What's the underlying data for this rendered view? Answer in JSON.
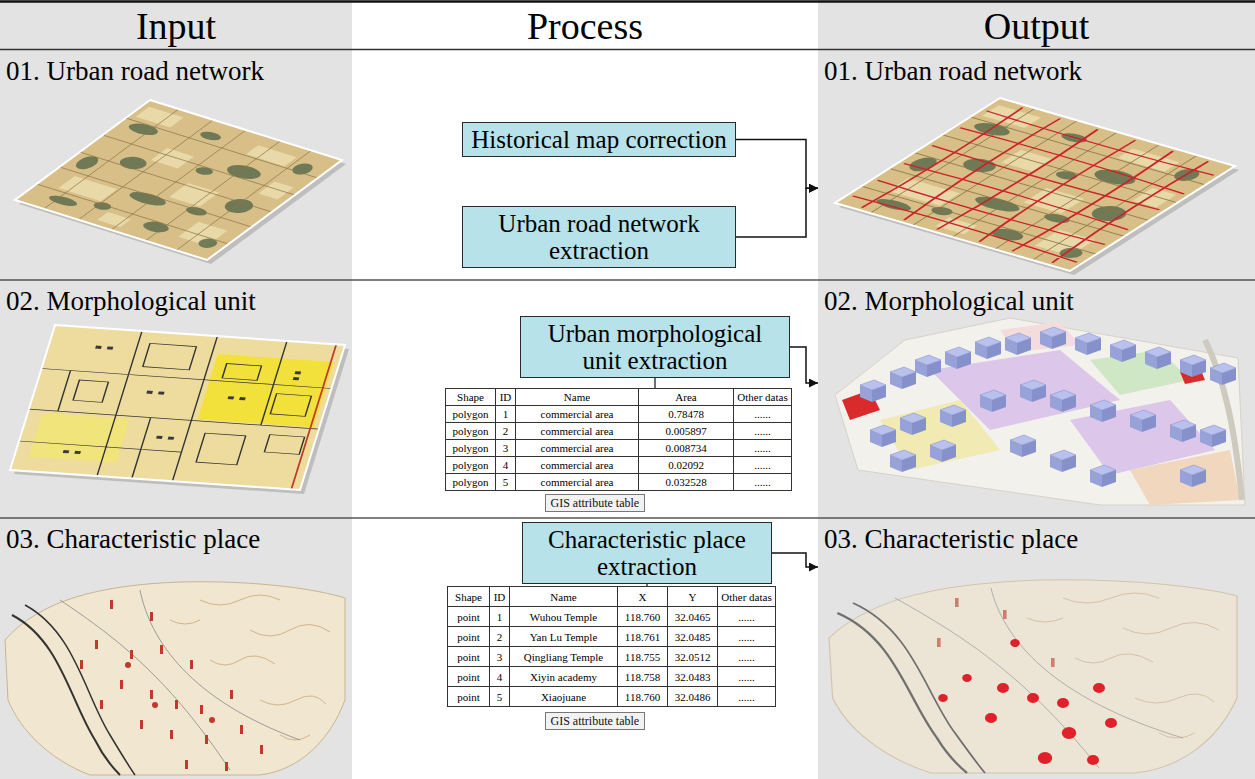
{
  "diagram": {
    "nodes": [
      {
        "text": [
          "01. Urban road network"
        ]
      },
      {
        "text": [
          "Historical map correction"
        ]
      },
      {
        "text": [
          "Urban road network extraction"
        ]
      },
      {
        "text": [
          "01. Urban road network"
        ]
      },
      {
        "text": [
          "02. Morphological unit"
        ]
      },
      {
        "text": [
          "Urban morphological unit extraction"
        ]
      },
      {
        "text": [
          "GIS attribute table"
        ]
      },
      {
        "text": [
          "02. Morphological unit"
        ]
      },
      {
        "text": [
          "03. Characteristic place"
        ]
      },
      {
        "text": [
          "Characteristic place extraction"
        ]
      },
      {
        "text": [
          "GIS attribute table"
        ]
      },
      {
        "text": [
          "03. Characteristic place"
        ]
      }
    ],
    "edges": [
      {
        "from": 1,
        "to": 3,
        "arrow": "to"
      },
      {
        "from": 2,
        "to": 3,
        "arrow": "to"
      },
      {
        "from": 5,
        "to": 7,
        "arrow": "to"
      },
      {
        "from": 9,
        "to": 11,
        "arrow": "to"
      }
    ],
    "labels": [
      "Input",
      "Process",
      "Output",
      "Shape",
      "ID",
      "Name",
      "Area",
      "Other datas",
      "polygon",
      "1",
      "commercial area",
      "0.78478",
      "......",
      "polygon",
      "2",
      "commercial area",
      "0.005897",
      "......",
      "polygon",
      "3",
      "commercial area",
      "0.008734",
      "......",
      "polygon",
      "4",
      "commercial area",
      "0.02092",
      "......",
      "polygon",
      "5",
      "commercial area",
      "0.032528",
      "......",
      "Shape",
      "ID",
      "Name",
      "X",
      "Y",
      "Other datas",
      "point",
      "1",
      "Wuhou Temple",
      "118.760",
      "32.0465",
      "......",
      "point",
      "2",
      "Yan Lu Temple",
      "118.761",
      "32.0485",
      "......",
      "point",
      "3",
      "Qingliang Temple",
      "118.755",
      "32.0512",
      "......",
      "point",
      "4",
      "Xiyin academy",
      "118.758",
      "32.0483",
      "......",
      "point",
      "5",
      "Xiaojuane",
      "118.760",
      "32.0486",
      "......"
    ]
  }
}
